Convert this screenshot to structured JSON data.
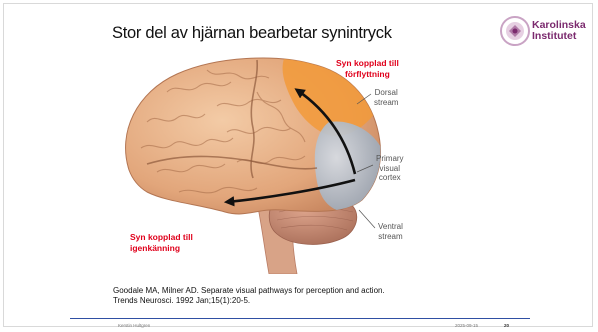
{
  "slide": {
    "title": "Stor del av hjärnan bearbetar synintryck",
    "logo_text_line1": "Karolinska",
    "logo_text_line2": "Institutet",
    "labels": {
      "dorsal_red_line1": "Syn kopplad till",
      "dorsal_red_line2": "förflyttning",
      "dorsal_line1": "Dorsal",
      "dorsal_line2": "stream",
      "primary_line1": "Primary",
      "primary_line2": "visual",
      "primary_line3": "cortex",
      "ventral_line1": "Ventral",
      "ventral_line2": "stream",
      "ventral_red_line1": "Syn kopplad till",
      "ventral_red_line2": "igenkänning"
    },
    "caption_line1": "Goodale MA, Milner AD. Separate visual pathways for perception and action.",
    "caption_line2": "Trends Neurosci. 1992 Jan;15(1):20-5.",
    "footer_author": "Kerstin Hultgren",
    "footer_date": "2025-09-15",
    "footer_page": "20"
  },
  "colors": {
    "title_text": "#111111",
    "red_label": "#e0001b",
    "brain_base": "#e8b38a",
    "dorsal_highlight": "#f29a3a",
    "visual_cortex": "#9aa9b8",
    "cerebellum": "#c98870",
    "footer_rule": "#2f4fa3",
    "logo_purple": "#7b2a6e"
  },
  "icons": {
    "logo": "karolinska-institutet-seal"
  }
}
